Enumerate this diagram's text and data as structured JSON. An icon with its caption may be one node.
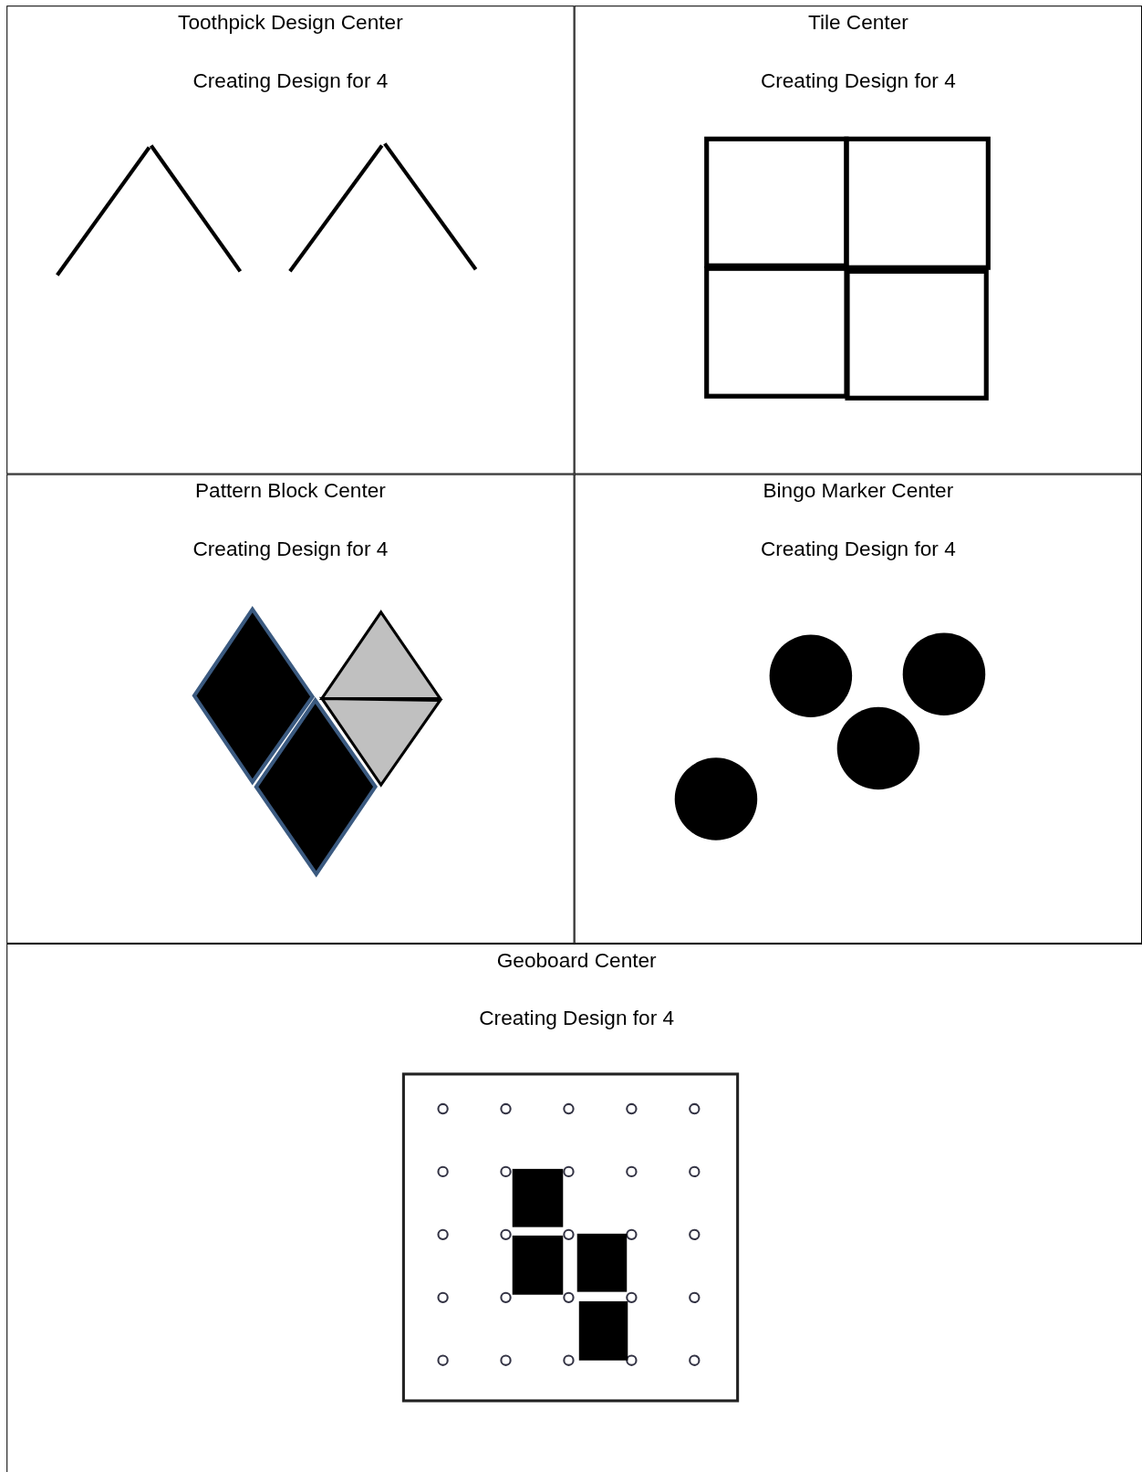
{
  "diagram": {
    "labels": [
      "Toothpick Design Center",
      "Creating Design for 4",
      "Tile Center",
      "Creating Design for 4",
      "Pattern Block Center",
      "Creating Design for 4",
      "Bingo Marker Center",
      "Creating Design for 4",
      "Geoboard Center",
      "Creating Design for 4"
    ]
  }
}
